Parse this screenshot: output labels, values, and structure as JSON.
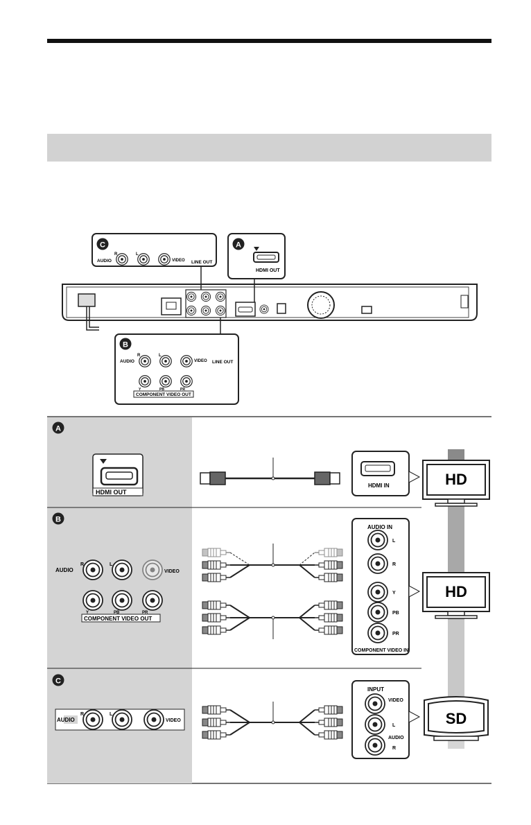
{
  "markers": {
    "a": "A",
    "b": "B",
    "c": "C"
  },
  "top_callout_c": {
    "audio": "AUDIO",
    "r": "R",
    "l": "L",
    "video": "VIDEO",
    "line_out": "LINE OUT"
  },
  "top_callout_a": {
    "hdmi_out": "HDMI OUT"
  },
  "callout_b": {
    "audio": "AUDIO",
    "r": "R",
    "l": "L",
    "video": "VIDEO",
    "line_out": "LINE OUT",
    "y": "Y",
    "pb": "PB",
    "pr": "PR",
    "component_video_out": "COMPONENT VIDEO OUT"
  },
  "row_a": {
    "hdmi_out": "HDMI OUT",
    "hdmi_in": "HDMI IN",
    "tv": "HD"
  },
  "row_b": {
    "audio": "AUDIO",
    "r": "R",
    "l": "L",
    "video": "VIDEO",
    "y": "Y",
    "pb": "PB",
    "pr": "PR",
    "component_video_out": "COMPONENT VIDEO OUT",
    "audio_in": "AUDIO IN",
    "tv_l": "L",
    "tv_r": "R",
    "tv_y": "Y",
    "tv_pb": "PB",
    "tv_pr": "PR",
    "component_video_in": "COMPONENT VIDEO IN",
    "tv": "HD"
  },
  "row_c": {
    "audio": "AUDIO",
    "r": "R",
    "l": "L",
    "video": "VIDEO",
    "input": "INPUT",
    "tv_video": "VIDEO",
    "tv_l": "L",
    "tv_audio": "AUDIO",
    "tv_r": "R",
    "tv": "SD"
  },
  "colors": {
    "panel_gray": "#d4d4d4",
    "band_dark": "#8a8a8a",
    "band_light": "#c8c8c8"
  }
}
